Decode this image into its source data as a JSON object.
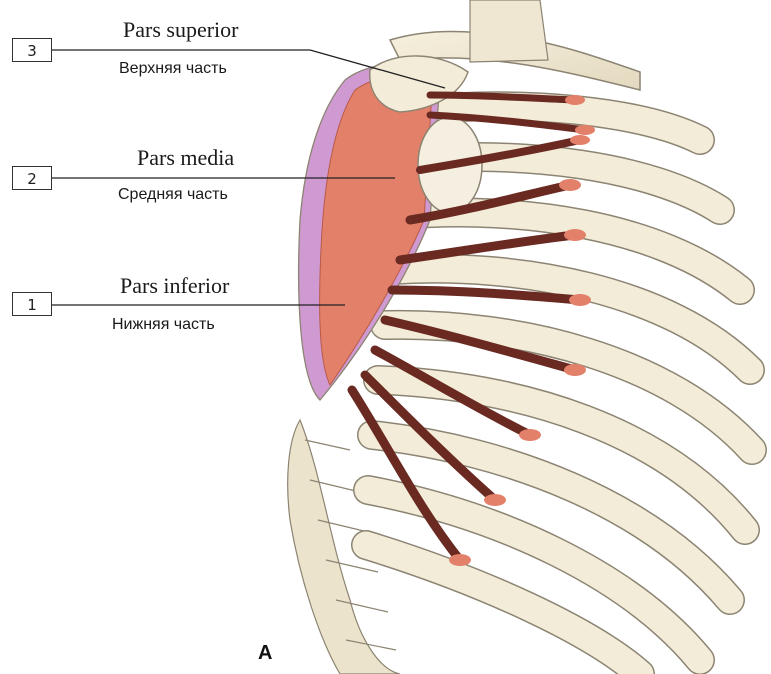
{
  "labels": [
    {
      "number": "3",
      "latin": "Pars superior",
      "russian": "Верхняя часть"
    },
    {
      "number": "2",
      "latin": "Pars media",
      "russian": "Средняя часть"
    },
    {
      "number": "1",
      "latin": "Pars inferior",
      "russian": "Нижняя часть"
    }
  ],
  "figure_letter": "A",
  "colors": {
    "bone": "#f1ead6",
    "bone_edge": "#8c8472",
    "muscle": "#e3806a",
    "tendon": "#6a2a22",
    "periosteum": "#cf9ad2"
  }
}
